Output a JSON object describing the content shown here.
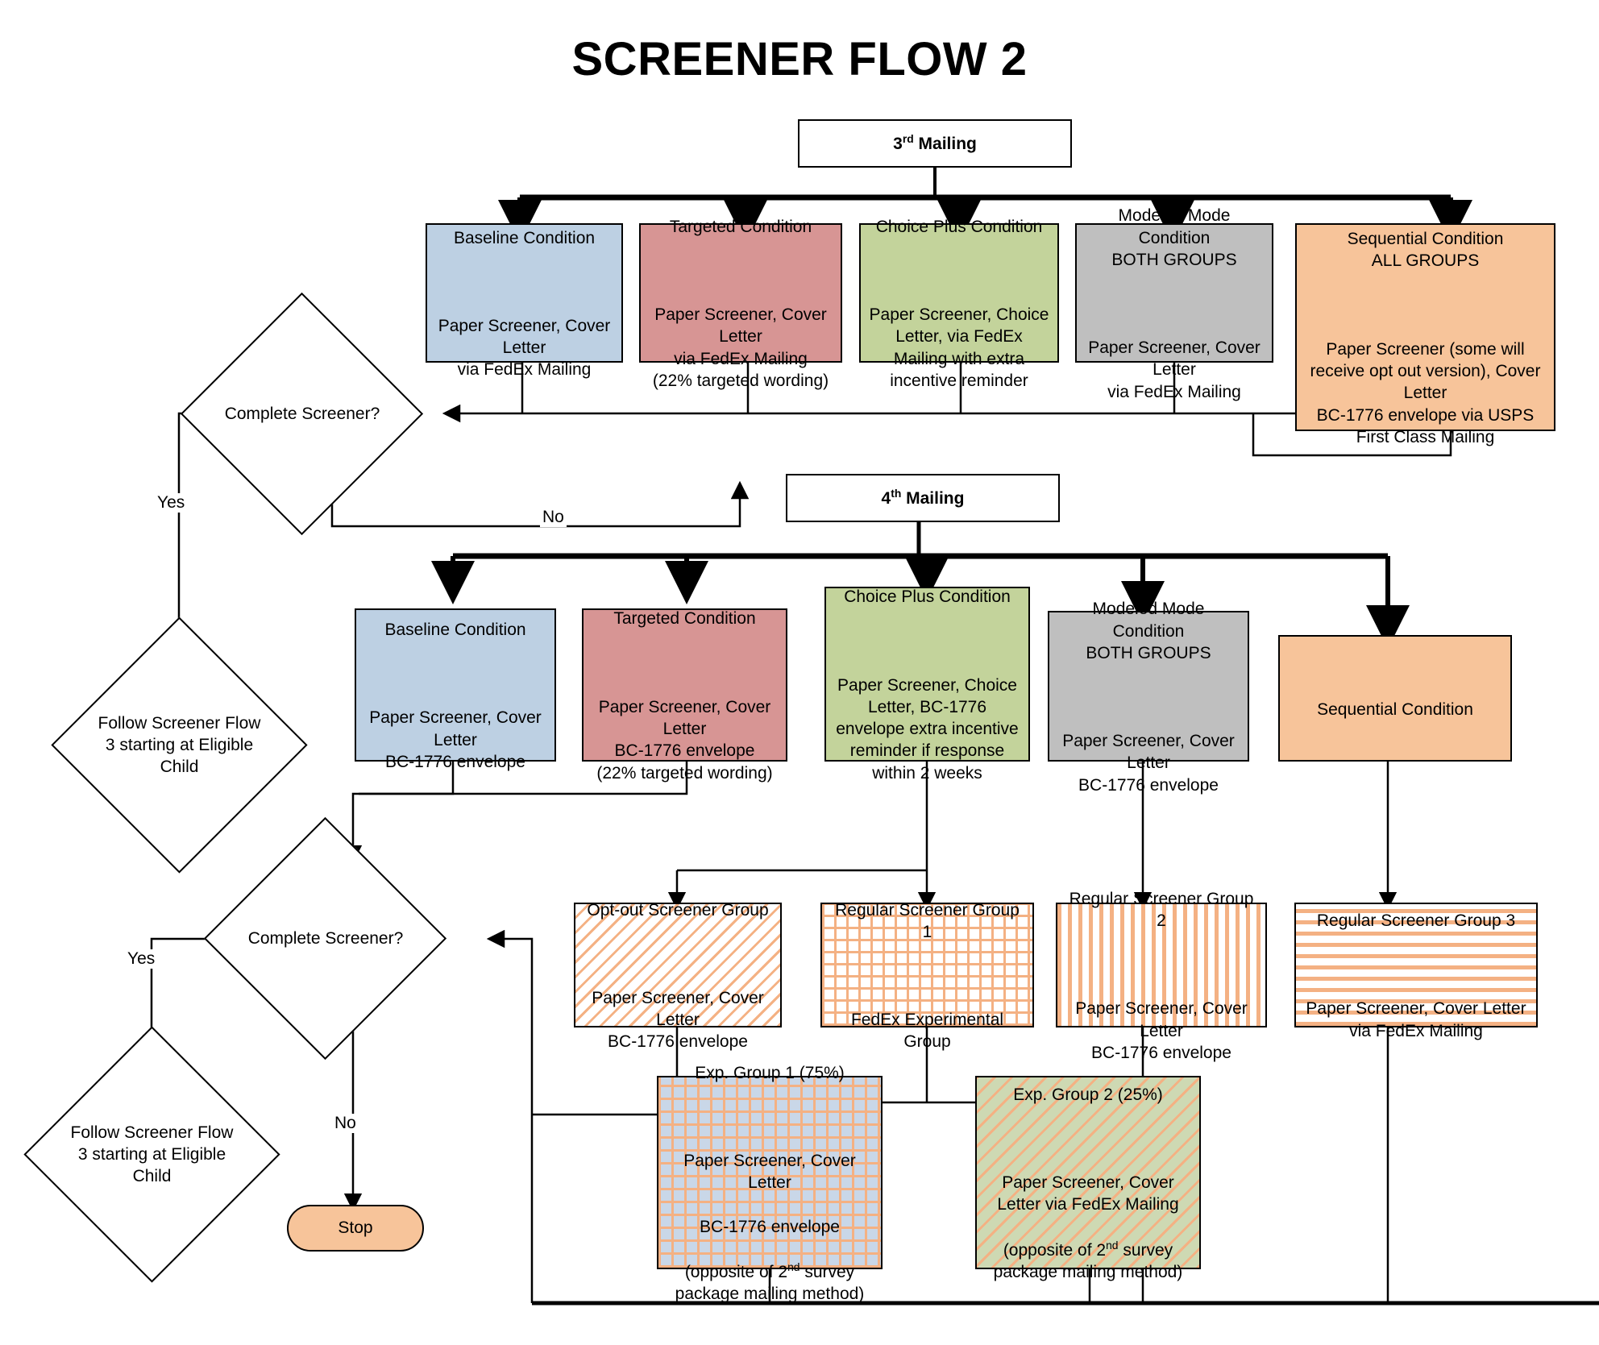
{
  "title": "SCREENER FLOW 2",
  "mailings": {
    "third": "3rd Mailing",
    "third_num": "3",
    "third_sup": "rd",
    "third_word": " Mailing",
    "fourth_num": "4",
    "fourth_sup": "th",
    "fourth_word": " Mailing"
  },
  "row3": {
    "baseline": {
      "heading": "Baseline Condition",
      "body": "Paper Screener, Cover Letter\nvia FedEx Mailing",
      "color": "#bdd0e3"
    },
    "targeted": {
      "heading": "Targeted Condition",
      "body": "Paper Screener, Cover Letter\nvia FedEx Mailing\n(22% targeted wording)",
      "color": "#d79594"
    },
    "choice_plus": {
      "heading": "Choice Plus Condition",
      "body": "Paper Screener, Choice Letter, via FedEx Mailing with extra incentive reminder",
      "color": "#c3d39b"
    },
    "modeled_mode": {
      "heading": "Modeled Mode Condition\nBOTH GROUPS",
      "body": "Paper Screener, Cover Letter\nvia FedEx Mailing",
      "color": "#bfbfbf"
    },
    "sequential": {
      "heading": "Sequential Condition\nALL GROUPS",
      "body": "Paper Screener (some will receive opt out version), Cover Letter\nBC-1776 envelope via USPS First Class Mailing",
      "color": "#f7c49a"
    }
  },
  "row4": {
    "baseline": {
      "heading": "Baseline Condition",
      "body": "Paper Screener, Cover Letter\nBC-1776 envelope",
      "color": "#bdd0e3"
    },
    "targeted": {
      "heading": "Targeted Condition",
      "body": "Paper Screener, Cover Letter\nBC-1776 envelope\n(22% targeted wording)",
      "color": "#d79594"
    },
    "choice_plus": {
      "heading": "Choice Plus Condition",
      "body": "Paper Screener, Choice Letter, BC-1776 envelope extra incentive reminder if response within 2 weeks",
      "color": "#c3d39b"
    },
    "modeled_mode": {
      "heading": "Modeled Mode Condition\nBOTH GROUPS",
      "body": "Paper Screener, Cover Letter\nBC-1776 envelope",
      "color": "#bfbfbf"
    },
    "sequential": {
      "heading": "Sequential Condition",
      "body": "",
      "color": "#f7c49a"
    }
  },
  "groups": {
    "optout": {
      "heading": "Opt-out Screener Group",
      "body": "Paper Screener, Cover Letter\nBC-1776 envelope",
      "fill": "diagonal-hatch"
    },
    "reg1": {
      "heading": "Regular Screener Group 1",
      "body": "FedEx Experimental Group",
      "fill": "grid-hatch"
    },
    "reg2": {
      "heading": "Regular Screener Group 2",
      "body": "Paper Screener, Cover Letter\nBC-1776 envelope",
      "fill": "vertical-hatch"
    },
    "reg3": {
      "heading": "Regular Screener Group 3",
      "body": "Paper Screener, Cover Letter\nvia FedEx Mailing",
      "fill": "horizontal-hatch"
    }
  },
  "exp_groups": {
    "exp1": {
      "heading": "Exp. Group 1 (75%)",
      "body_line1": "Paper Screener, Cover Letter",
      "body_line2": "BC-1776 envelope",
      "body_line3_pre": "(opposite of 2",
      "body_line3_sup": "nd",
      "body_line3_post": " survey package mailing method)",
      "fill": "grid-hatch-blue"
    },
    "exp2": {
      "heading": "Exp. Group 2 (25%)",
      "body_line1": "Paper Screener, Cover Letter via FedEx Mailing",
      "body_line3_pre": "(opposite of 2",
      "body_line3_sup": "nd",
      "body_line3_post": " survey package mailing method)",
      "fill": "diagonal-hatch-green"
    }
  },
  "decisions": {
    "complete_screener_1": "Complete Screener?",
    "complete_screener_2": "Complete Screener?",
    "follow_flow_1": "Follow Screener Flow 3 starting at Eligible Child",
    "follow_flow_2": "Follow Screener Flow 3 starting at Eligible Child"
  },
  "labels": {
    "yes1": "Yes",
    "no1": "No",
    "yes2": "Yes",
    "no2": "No",
    "stop": "Stop"
  },
  "colors": {
    "blue": "#bdd0e3",
    "red": "#d79594",
    "green": "#c3d39b",
    "gray": "#bfbfbf",
    "orange": "#f7c49a",
    "hatch": "#f4b183",
    "stroke": "#000000"
  }
}
